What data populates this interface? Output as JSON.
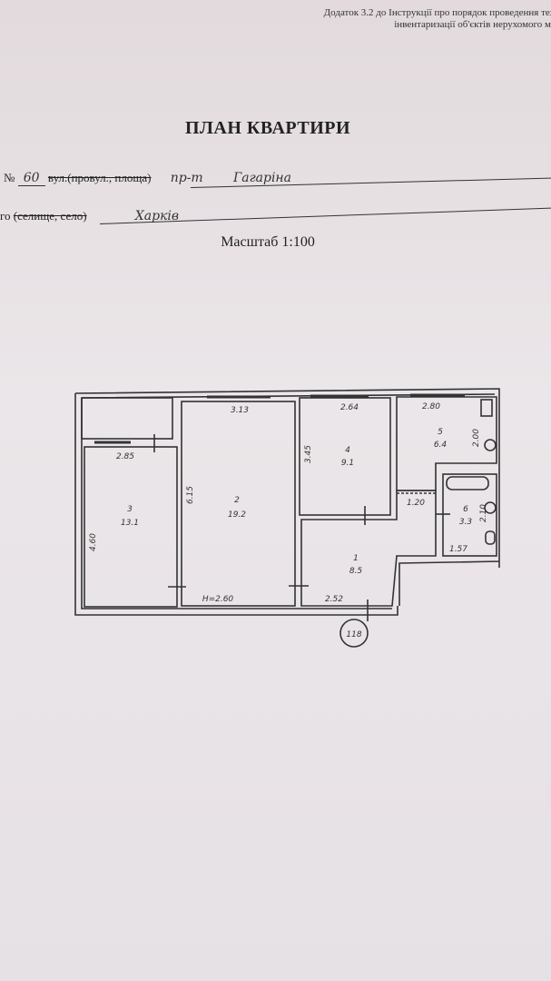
{
  "header": {
    "appendix_line1": "Додаток 3.2 до Інструкції про порядок проведення техн",
    "appendix_line2": "інвентаризації об'єктів нерухомого м"
  },
  "title": "ПЛАН КВАРТИРИ",
  "address": {
    "number_label": "№",
    "number_value": "60",
    "street_label": "вул.(провул., площа)",
    "street_type": "пр-т",
    "street_name": "Гагаріна",
    "city_label_prefix": "го",
    "city_label_struck": "(селище, село)",
    "city_name": "Харків"
  },
  "scale": "Масштаб 1:100",
  "plan": {
    "rooms": [
      {
        "number": "1",
        "area": "8.5"
      },
      {
        "number": "2",
        "area": "19.2"
      },
      {
        "number": "3",
        "area": "13.1"
      },
      {
        "number": "4",
        "area": "9.1"
      },
      {
        "number": "5",
        "area": "6.4"
      },
      {
        "number": "6",
        "area": "3.3"
      }
    ],
    "dimensions": {
      "room2_width": "3.13",
      "room4_width": "2.64",
      "room5_width": "2.80",
      "room3_width": "2.85",
      "room2_length": "6.15",
      "room4_length": "3.45",
      "room3_length": "4.60",
      "room5_length": "2.00",
      "corridor_width": "1.20",
      "room6_length": "2.10",
      "room6_width": "1.57",
      "room1_width": "2.52",
      "ceiling_height": "H=2.60"
    },
    "apartment_number": "118"
  }
}
